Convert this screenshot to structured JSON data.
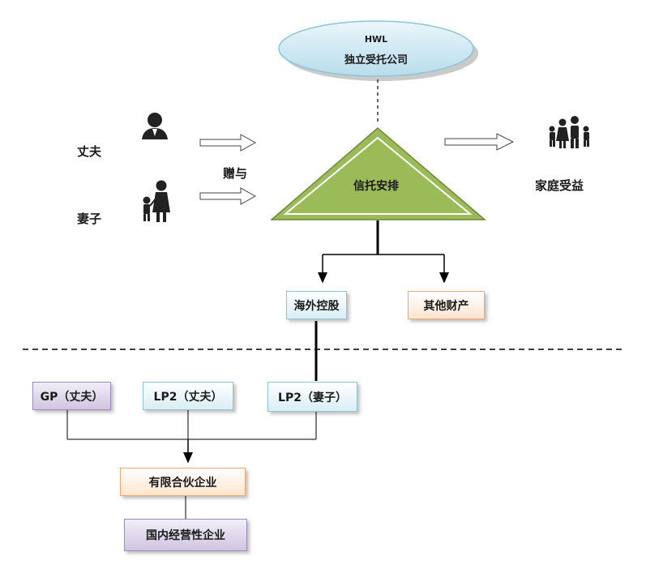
{
  "company": {
    "abbr": "HWL",
    "name": "独立受托公司"
  },
  "persons": {
    "husband": "丈夫",
    "wife": "妻子"
  },
  "gift_label": "赠与",
  "trust_label": "信托安排",
  "beneficiary_label": "家庭受益",
  "assets": {
    "offshore": "海外控股",
    "other": "其他财产"
  },
  "partners": {
    "gp": "GP（丈夫）",
    "lp_husband": "LP2（丈夫）",
    "lp_wife": "LP2（妻子）"
  },
  "partnership": "有限合伙企业",
  "domestic": "国内经营性企业",
  "colors": {
    "trust_fill": "#9bbb59",
    "trust_border": "#6e8a37",
    "cloud": "#c9e6f2",
    "orange": "#f0a76a",
    "purple": "#9b8bbd"
  }
}
